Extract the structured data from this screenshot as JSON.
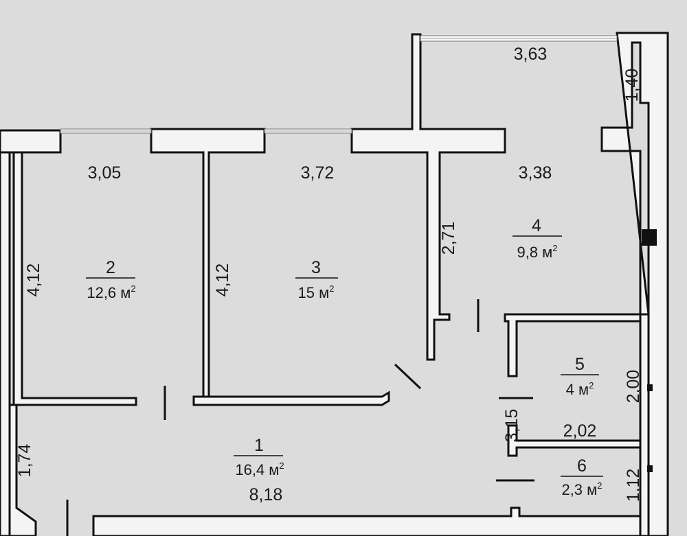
{
  "rooms": [
    {
      "number": "1",
      "area": "16,4",
      "unit": "м",
      "exp": "2"
    },
    {
      "number": "2",
      "area": "12,6",
      "unit": "м",
      "exp": "2"
    },
    {
      "number": "3",
      "area": "15",
      "unit": "м",
      "exp": "2"
    },
    {
      "number": "4",
      "area": "9,8",
      "unit": "м",
      "exp": "2"
    },
    {
      "number": "5",
      "area": "4",
      "unit": "м",
      "exp": "2"
    },
    {
      "number": "6",
      "area": "2,3",
      "unit": "м",
      "exp": "2"
    }
  ],
  "dimensions": {
    "room2_width": "3,05",
    "room3_width": "3,72",
    "balcony_width": "3,63",
    "balcony_depth": "1,40",
    "room4_width": "3,38",
    "room4_depth": "2,71",
    "room2_depth": "4,12",
    "room3_depth": "4,12",
    "hall_depth": "1,74",
    "hall_length": "8,18",
    "bath_width": "2,02",
    "bath_depth": "2,00",
    "wc_depth": "1,12",
    "corridor_depth": "3,15"
  }
}
